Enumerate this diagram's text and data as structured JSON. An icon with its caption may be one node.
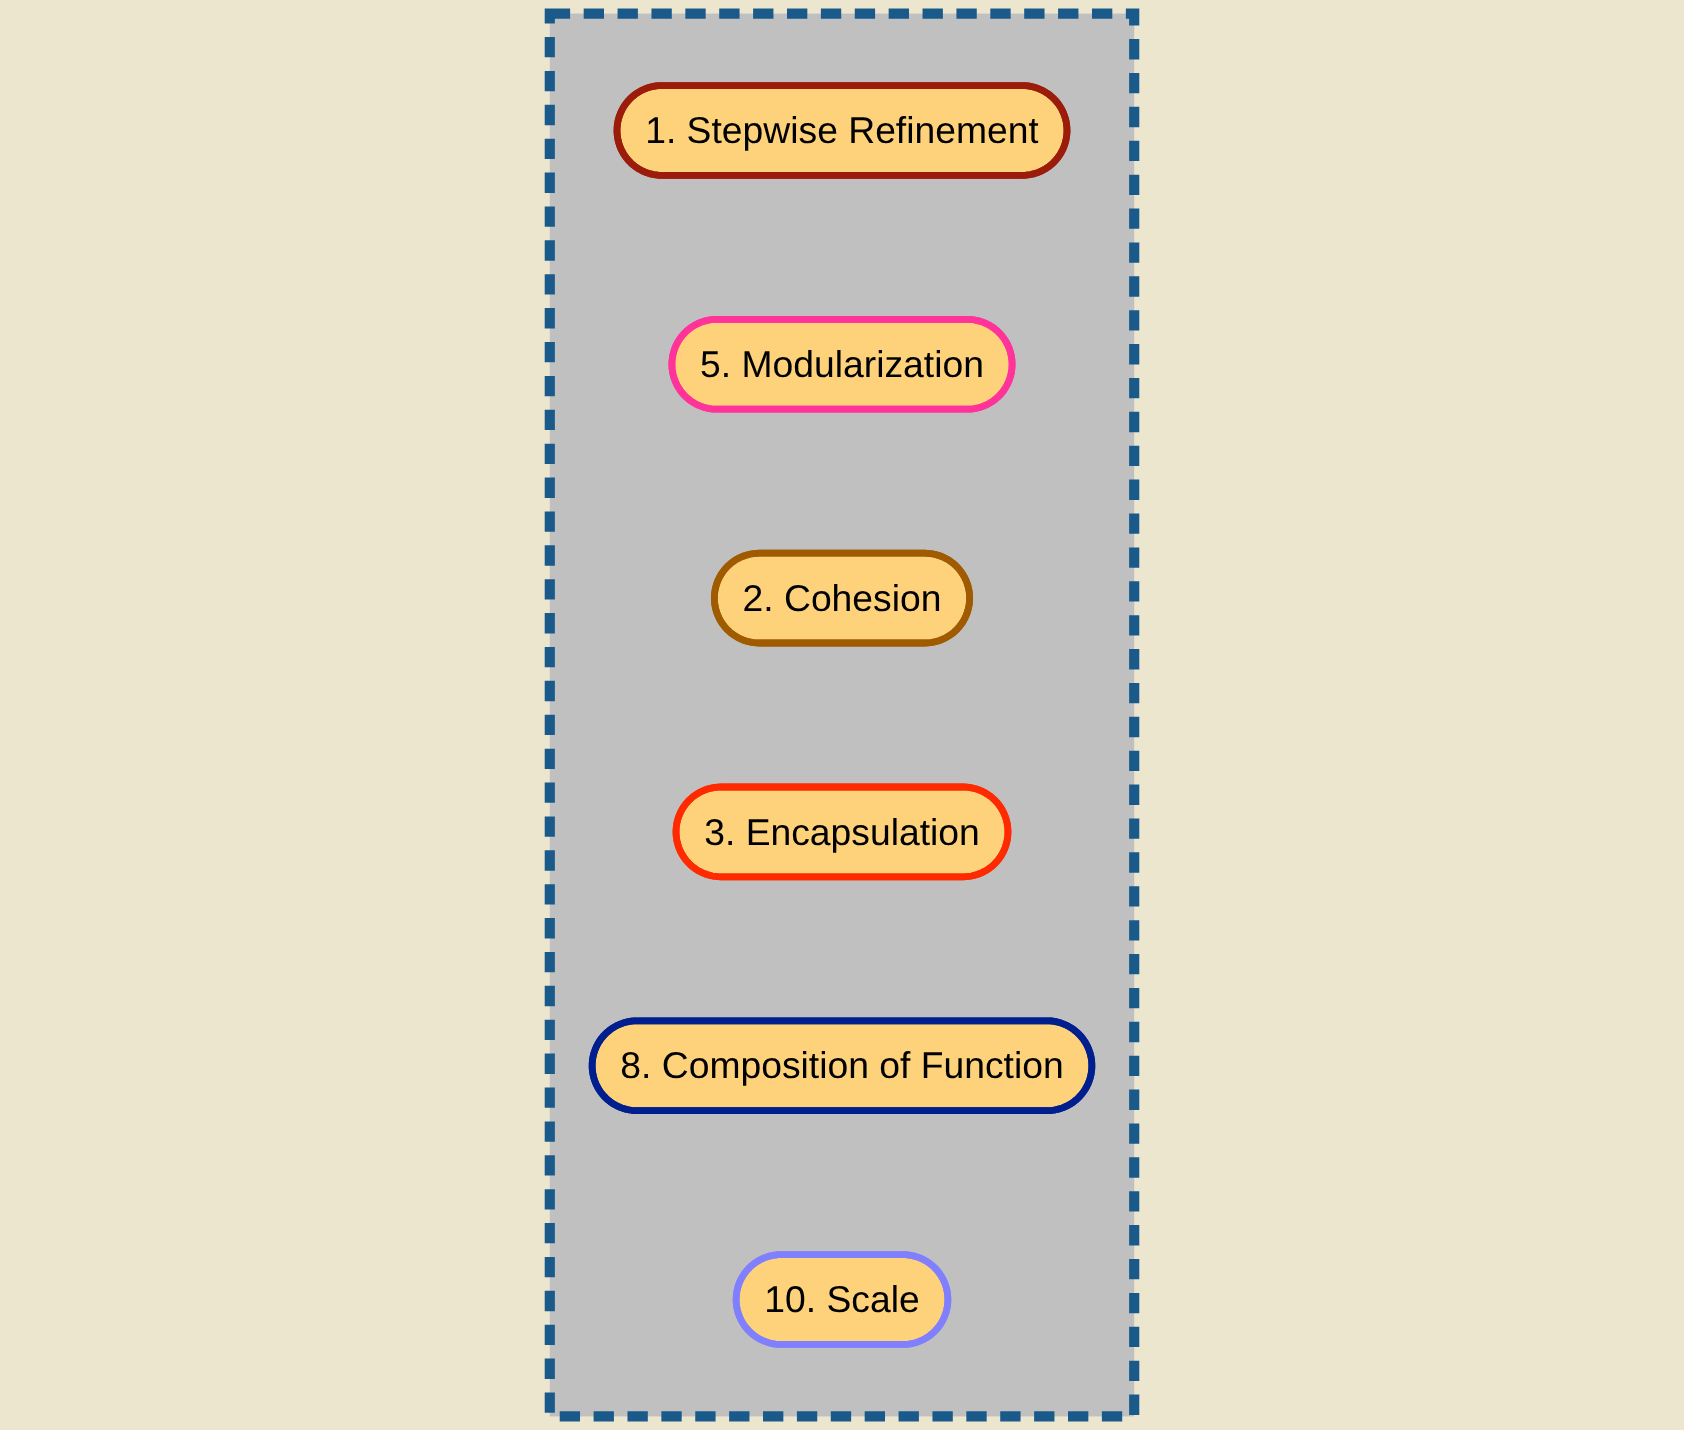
{
  "diagram": {
    "nodes": [
      {
        "text": [],
        "shape": "box"
      },
      {
        "text": [
          "1. Stepwise Refinement"
        ],
        "in": 0
      },
      {
        "text": [
          "5. Modularization"
        ],
        "in": 0
      },
      {
        "text": [
          "2. Cohesion"
        ],
        "in": 0
      },
      {
        "text": [
          "3. Encapsulation"
        ],
        "in": 0
      },
      {
        "text": [
          "8. Composition of Function"
        ],
        "in": 0
      },
      {
        "text": [
          "10. Scale"
        ],
        "in": 0
      }
    ]
  }
}
